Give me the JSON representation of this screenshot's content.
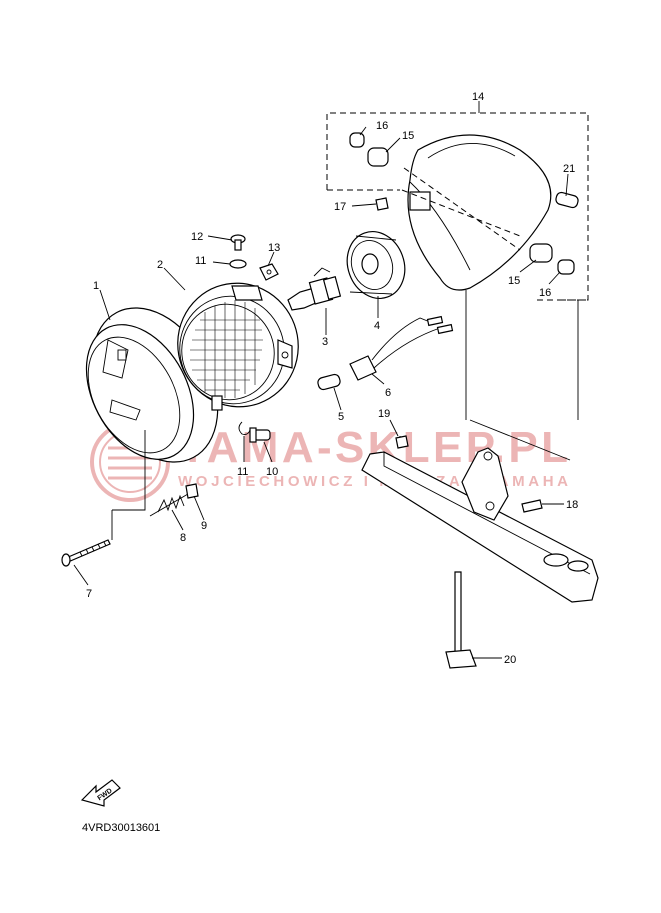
{
  "watermark": {
    "title": "YAMA-SKLEP.PL",
    "subtitle": "WOJCIECHOWICZ I MATCZAK YAMAHA"
  },
  "labels": {
    "p1": "1",
    "p2": "2",
    "p3": "3",
    "p4": "4",
    "p5": "5",
    "p6": "6",
    "p7": "7",
    "p8": "8",
    "p9": "9",
    "p10": "10",
    "p11a": "11",
    "p11b": "11",
    "p12": "12",
    "p13": "13",
    "p14": "14",
    "p15a": "15",
    "p15b": "15",
    "p16a": "16",
    "p16b": "16",
    "p17": "17",
    "p18": "18",
    "p19": "19",
    "p20": "20",
    "p21": "21"
  },
  "fwd_label": "FWD",
  "diagram_code": "4VRD30013601",
  "colors": {
    "ink": "#000000",
    "watermark": "#e9a9a9"
  }
}
